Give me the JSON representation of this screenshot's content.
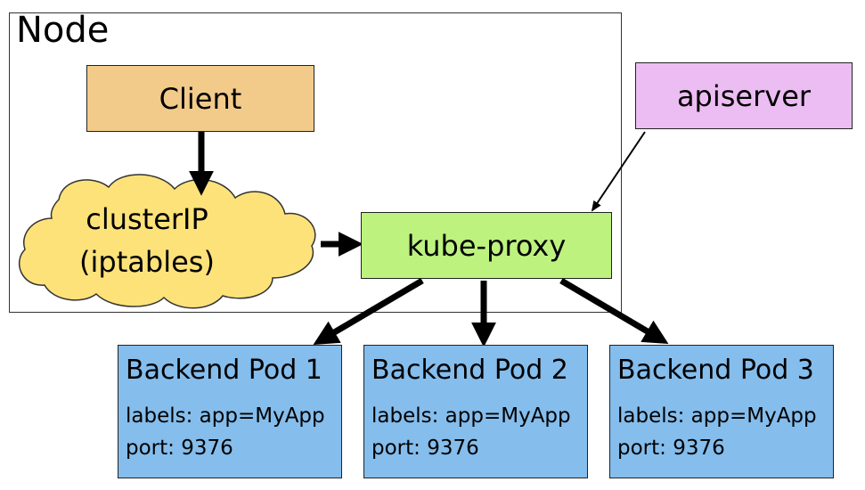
{
  "node": {
    "title": "Node"
  },
  "client": {
    "label": "Client"
  },
  "cluster_ip": {
    "line1": "clusterIP",
    "line2": "(iptables)"
  },
  "kube_proxy": {
    "label": "kube-proxy"
  },
  "apiserver": {
    "label": "apiserver"
  },
  "pods": [
    {
      "title": "Backend Pod 1",
      "labels": "labels: app=MyApp",
      "port": "port: 9376"
    },
    {
      "title": "Backend Pod 2",
      "labels": "labels: app=MyApp",
      "port": "port: 9376"
    },
    {
      "title": "Backend Pod 3",
      "labels": "labels: app=MyApp",
      "port": "port: 9376"
    }
  ],
  "colors": {
    "client": "#f2cb8a",
    "cloud": "#fde27a",
    "kube_proxy": "#bdf27f",
    "apiserver": "#ecbdf2",
    "pod": "#85bdec"
  }
}
